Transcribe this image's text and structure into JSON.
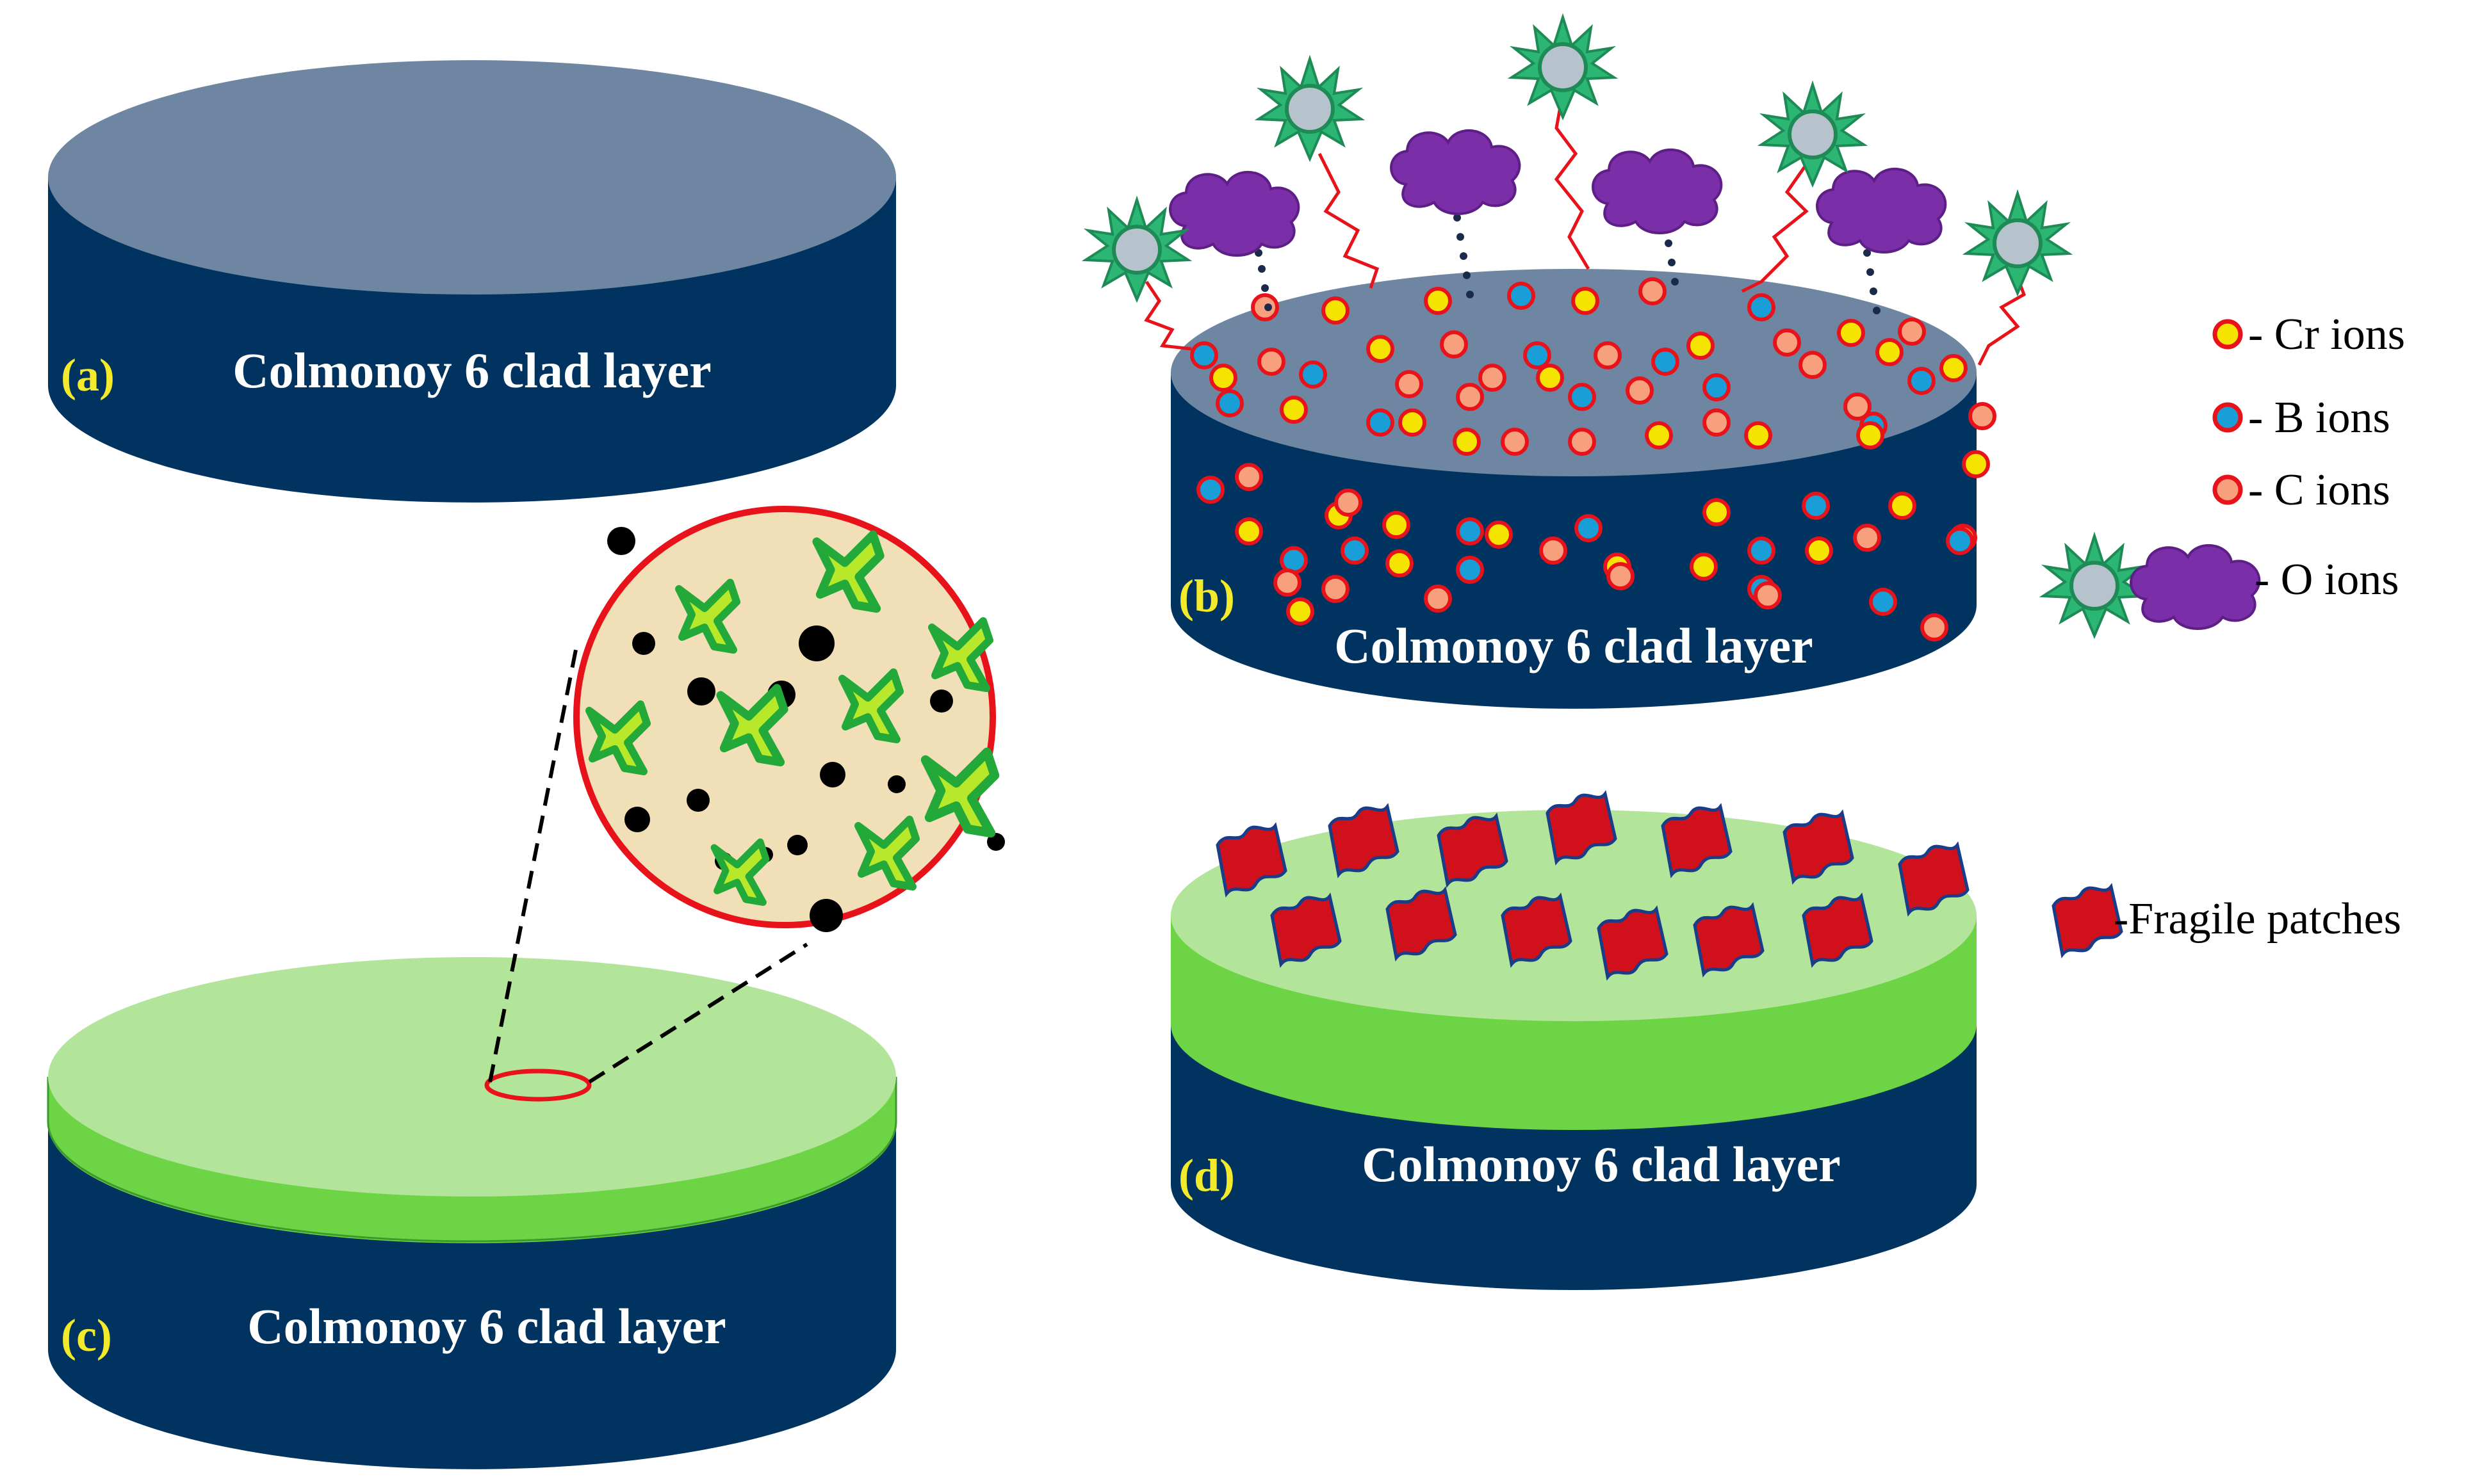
{
  "panels": {
    "a": {
      "label": "(a)",
      "title": "Colmonoy 6 clad layer"
    },
    "b": {
      "label": "(b)",
      "title": "Colmonoy 6 clad layer"
    },
    "c": {
      "label": "(c)",
      "title": "Colmonoy 6 clad layer"
    },
    "d": {
      "label": "(d)",
      "title": "Colmonoy 6 clad layer"
    }
  },
  "legend_b": {
    "cr": "- Cr ions",
    "b": "- B ions",
    "c": "- C ions",
    "o": "- O ions"
  },
  "legend_d": {
    "patches": "-Fragile patches"
  },
  "colors": {
    "cylinder_side": "#00335f",
    "cylinder_top": "#6e86a2",
    "oxide_layer": "#6dd445",
    "oxide_top": "#b2e49a",
    "ion_outline": "#e8121b",
    "cr_fill": "#f5e400",
    "b_fill": "#1a9ed8",
    "c_fill": "#f6a07e",
    "o_cloud": "#7a2ea8",
    "o_star": "#2bb673",
    "patch": "#d0111b",
    "zoom_bg": "#f1e0b7"
  }
}
